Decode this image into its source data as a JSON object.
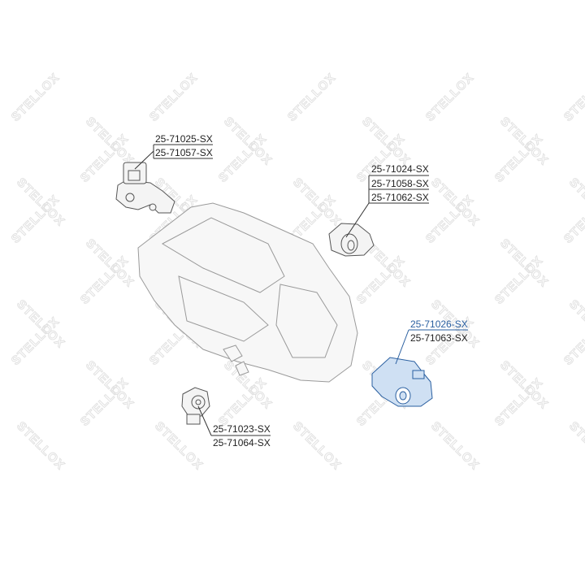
{
  "watermark": "STELLOX",
  "colors": {
    "highlight": "#2a5fa0",
    "text": "#222222",
    "part_highlight_fill": "#cfe0f3"
  },
  "callouts": [
    {
      "part_numbers": [
        "25-71025-SX",
        "25-71057-SX"
      ],
      "highlighted": false
    },
    {
      "part_numbers": [
        "25-71024-SX",
        "25-71058-SX",
        "25-71062-SX"
      ],
      "highlighted": false
    },
    {
      "part_numbers": [
        "25-71026-SX",
        "25-71063-SX"
      ],
      "highlighted": true,
      "highlighted_part_number": "25-71026-SX"
    },
    {
      "part_numbers": [
        "25-71023-SX",
        "25-71064-SX"
      ],
      "highlighted": false
    }
  ]
}
